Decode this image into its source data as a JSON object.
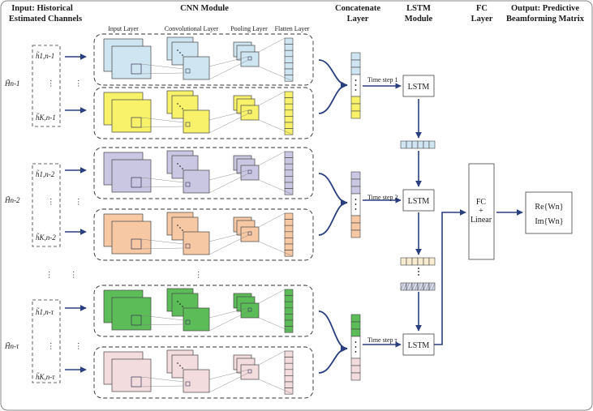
{
  "headers": {
    "input_line1": "Input: Historical",
    "input_line2": "Estimated Channels",
    "cnn": "CNN Module",
    "concat_line1": "Concatenate",
    "concat_line2": "Layer",
    "lstm_line1": "LSTM",
    "lstm_line2": "Module",
    "fc_line1": "FC",
    "fc_line2": "Layer",
    "output_line1": "Output: Predictive",
    "output_line2": "Beamforming Matrix"
  },
  "cnn_layer_labels": {
    "input": "Input Layer",
    "conv": "Convolutional Layer",
    "pool": "Pooling Layer",
    "flatten": "Flatten Layer"
  },
  "channel_groups": [
    {
      "matrix": "H̃n-1",
      "top": "h̃1,n-1",
      "bottom": "h̃K,n-1"
    },
    {
      "matrix": "H̃n-2",
      "top": "h̃1,n-2",
      "bottom": "h̃K,n-2"
    },
    {
      "matrix": "H̃n-τ",
      "top": "h̃1,n-τ",
      "bottom": "h̃K,n-τ"
    }
  ],
  "lstm": {
    "cell_label": "LSTM",
    "steps": [
      "Time step 1",
      "Time step 2",
      "Time step τ"
    ]
  },
  "fc": {
    "line1": "FC",
    "line2": "+",
    "line3": "Linear"
  },
  "output": {
    "re": "Re{Wn}",
    "im": "Im{Wn}"
  },
  "ellipsis": "⋮",
  "colors": {
    "blue": "#cfe6f2",
    "yellow": "#f7f26a",
    "purple": "#c9c7e2",
    "orange": "#f6c8a3",
    "green": "#5cbc58",
    "pink": "#f3dcde",
    "arrow": "#2a3f7f",
    "border": "#444444"
  }
}
